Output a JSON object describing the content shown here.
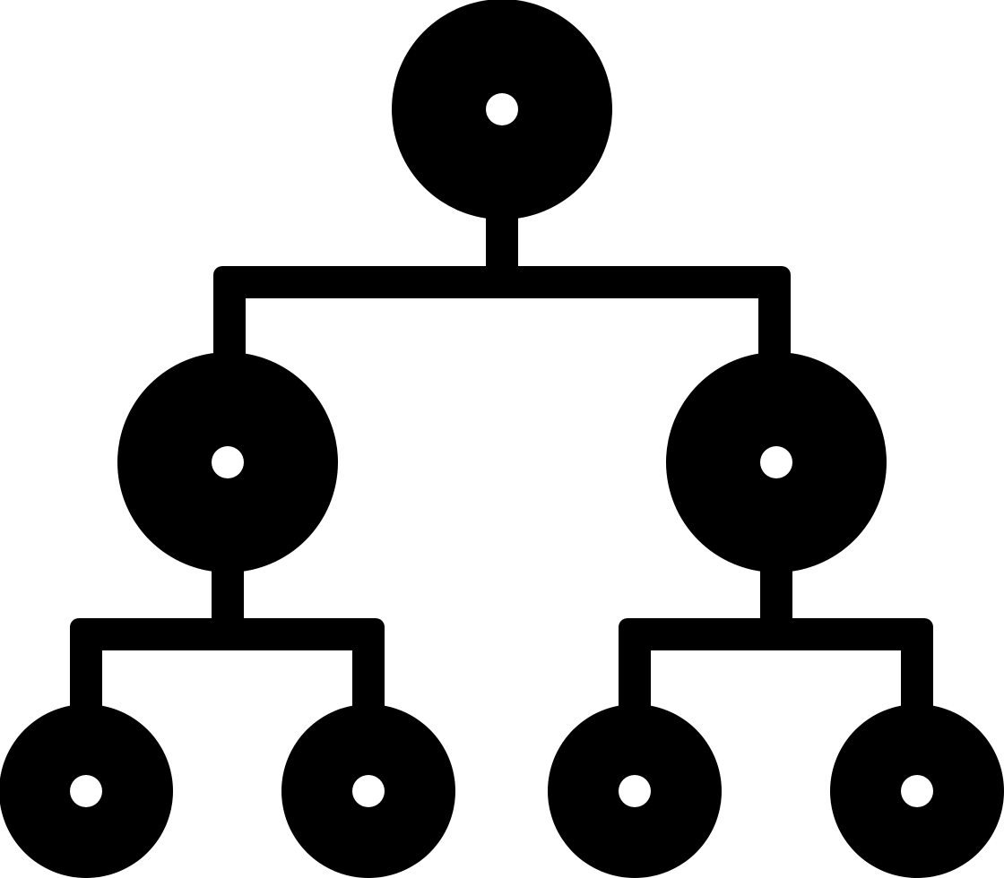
{
  "icon": {
    "name": "hierarchy-tree-icon",
    "fill_color": "#000000",
    "hole_color": "#ffffff",
    "background_color": "#ffffff",
    "levels": 3,
    "nodes_per_level": [
      1,
      2,
      4
    ]
  }
}
